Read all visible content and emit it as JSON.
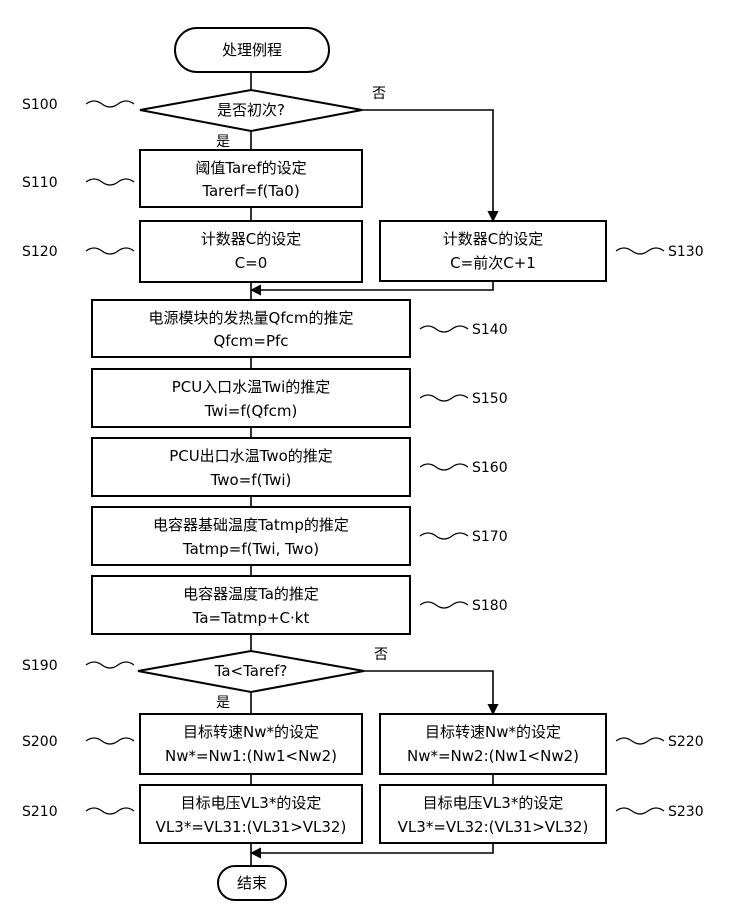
{
  "flowchart": {
    "start": "处理例程",
    "end": "结束",
    "steps": {
      "s100": {
        "id": "S100",
        "question": "是否初次?",
        "yes": "是",
        "no": "否"
      },
      "s110": {
        "id": "S110",
        "line1": "阈值Taref的设定",
        "line2": "Tarerf=f(Ta0)"
      },
      "s120": {
        "id": "S120",
        "line1": "计数器C的设定",
        "line2": "C=0"
      },
      "s130": {
        "id": "S130",
        "line1": "计数器C的设定",
        "line2": "C=前次C+1"
      },
      "s140": {
        "id": "S140",
        "line1": "电源模块的发热量Qfcm的推定",
        "line2": "Qfcm=Pfc"
      },
      "s150": {
        "id": "S150",
        "line1": "PCU入口水温Twi的推定",
        "line2": "Twi=f(Qfcm)"
      },
      "s160": {
        "id": "S160",
        "line1": "PCU出口水温Two的推定",
        "line2": "Two=f(Twi)"
      },
      "s170": {
        "id": "S170",
        "line1": "电容器基础温度Tatmp的推定",
        "line2": "Tatmp=f(Twi, Two)"
      },
      "s180": {
        "id": "S180",
        "line1": "电容器温度Ta的推定",
        "line2": "Ta=Tatmp+C·kt"
      },
      "s190": {
        "id": "S190",
        "question": "Ta<Taref?",
        "yes": "是",
        "no": "否"
      },
      "s200": {
        "id": "S200",
        "line1": "目标转速Nw*的设定",
        "line2": "Nw*=Nw1:(Nw1<Nw2)"
      },
      "s210": {
        "id": "S210",
        "line1": "目标电压VL3*的设定",
        "line2": "VL3*=VL31:(VL31>VL32)"
      },
      "s220": {
        "id": "S220",
        "line1": "目标转速Nw*的设定",
        "line2": "Nw*=Nw2:(Nw1<Nw2)"
      },
      "s230": {
        "id": "S230",
        "line1": "目标电压VL3*的设定",
        "line2": "VL3*=VL32:(VL31>VL32)"
      }
    }
  }
}
